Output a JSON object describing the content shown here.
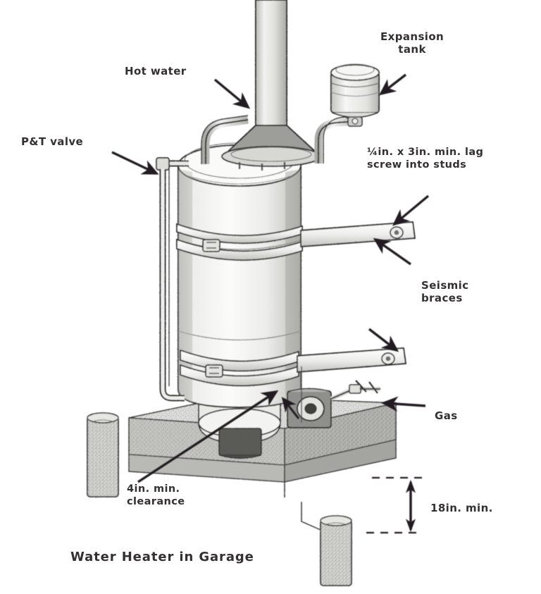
{
  "figure": {
    "caption": "Water Heater in Garage",
    "subject": "seismic-strapped gas water heater on raised platform",
    "style": "black and white line drawing, isometric"
  },
  "labels": {
    "hot_water": "Hot water",
    "expansion_tank": "Expansion\ntank",
    "pt_valve": "P&T valve",
    "lag_screw": "¼in. x 3in. min. lag\nscrew into studs",
    "seismic_braces": "Seismic\nbraces",
    "gas": "Gas",
    "clearance": "4in. min.\nclearance",
    "height_min": "18in. min."
  },
  "colors": {
    "ink": "#231f20",
    "background": "#ffffff",
    "tank_fill": "#f2f2f1",
    "tank_shade": "#cfcfcd",
    "platform_fill": "#d8d8d6",
    "platform_dark": "#b4b4b1",
    "metal_light": "#ededec"
  },
  "parts": [
    "flue-pipe",
    "hot-water-pipe",
    "cold-water-pipe",
    "expansion-tank",
    "pt-relief-valve",
    "pt-discharge-pipe",
    "water-heater-tank",
    "upper-seismic-strap",
    "lower-seismic-strap",
    "strap-bracket-bolt",
    "gas-control-valve",
    "gas-supply-line",
    "concrete-platform",
    "support-pier-left",
    "support-pier-right",
    "dimension-arrow"
  ]
}
